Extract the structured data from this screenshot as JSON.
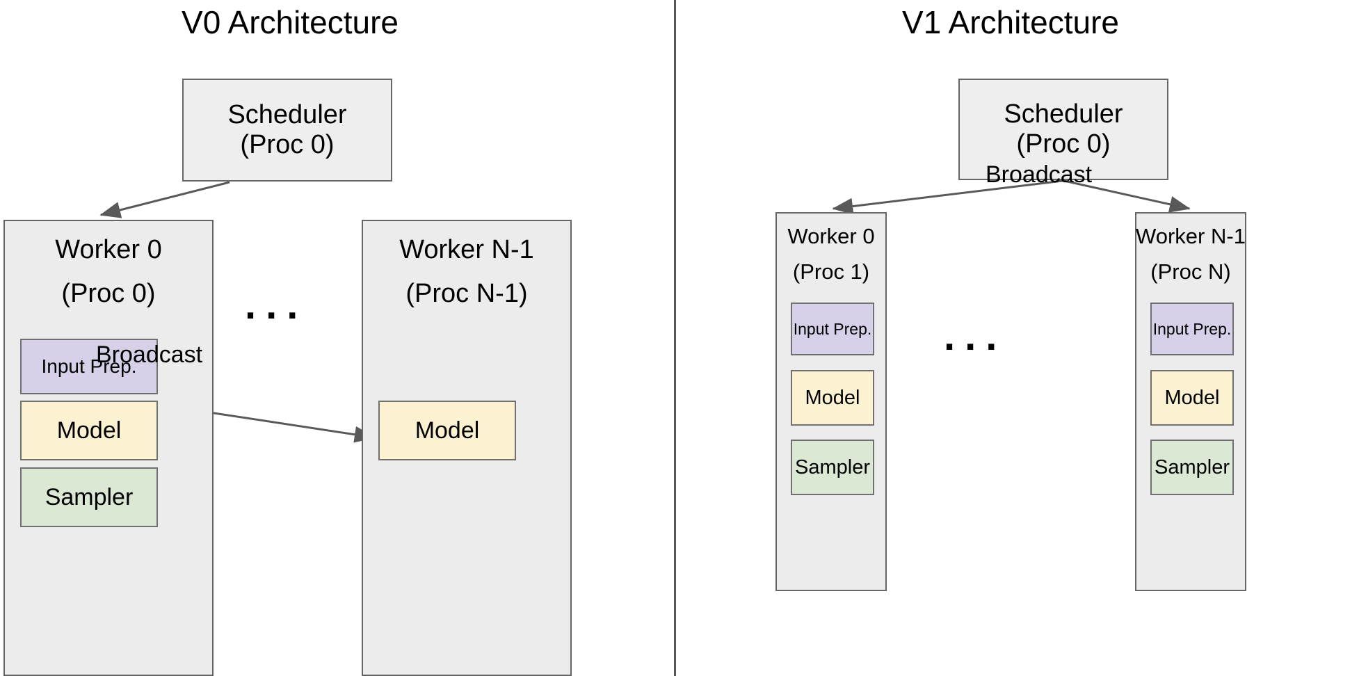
{
  "diagram": {
    "panels": [
      {
        "id": "v0",
        "title": "V0 Architecture",
        "scheduler": {
          "line1": "Scheduler",
          "line2": "(Proc 0)"
        },
        "dots": "...",
        "broadcast_label": "Broadcast",
        "workers": [
          {
            "line1": "Worker 0",
            "line2": "(Proc 0)",
            "components": [
              {
                "label": "Input Prep.",
                "color": "#d6d1e8"
              },
              {
                "label": "Model",
                "color": "#fcf2d2"
              },
              {
                "label": "Sampler",
                "color": "#dae8d4"
              }
            ]
          },
          {
            "line1": "Worker N-1",
            "line2": "(Proc N-1)",
            "components": [
              {
                "label": "Model",
                "color": "#fcf2d2"
              }
            ]
          }
        ]
      },
      {
        "id": "v1",
        "title": "V1 Architecture",
        "scheduler": {
          "line1": "Scheduler",
          "line2": "(Proc 0)"
        },
        "dots": "...",
        "broadcast_label": "Broadcast",
        "workers": [
          {
            "line1": "Worker 0",
            "line2": "(Proc 1)",
            "components": [
              {
                "label": "Input Prep.",
                "color": "#d6d1e8"
              },
              {
                "label": "Model",
                "color": "#fcf2d2"
              },
              {
                "label": "Sampler",
                "color": "#dae8d4"
              }
            ]
          },
          {
            "line1": "Worker N-1",
            "line2": "(Proc N)",
            "components": [
              {
                "label": "Input Prep.",
                "color": "#d6d1e8"
              },
              {
                "label": "Model",
                "color": "#fcf2d2"
              },
              {
                "label": "Sampler",
                "color": "#dae8d4"
              }
            ]
          }
        ]
      }
    ],
    "colors": {
      "box_fill": "#eeeeee",
      "box_stroke": "#666666",
      "arrow_stroke": "#595959",
      "divider": "#575757",
      "input_prep": "#d6d1e8",
      "model": "#fcf2d2",
      "sampler": "#dae8d4",
      "text": "#000000"
    }
  }
}
